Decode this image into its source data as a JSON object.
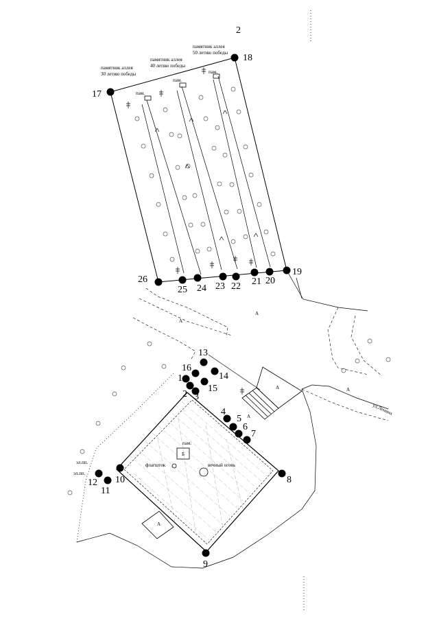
{
  "page_number": "2",
  "aisle_labels": [
    {
      "line1": "памятник аллея",
      "line2": "30 летию победы"
    },
    {
      "line1": "памятник аллея",
      "line2": "40 летию победы"
    },
    {
      "line1": "памятник аллея",
      "line2": "50 летию победы"
    }
  ],
  "monument_short": "пам.",
  "zone_a": "А",
  "zone_a_lat": "A",
  "zone_b": "Б",
  "street_ulenina": "ул.Ленина",
  "labels_misc": {
    "el_tag1": "эл.пп.",
    "el_tag2": "эл.пп.",
    "flagpole": "флагшток",
    "memorial": "вечный огонь",
    "obelisk": "пам."
  },
  "points": [
    "1",
    "2",
    "3",
    "4",
    "5",
    "6",
    "7",
    "8",
    "9",
    "10",
    "11",
    "12",
    "13",
    "14",
    "15",
    "16",
    "17",
    "18",
    "19",
    "20",
    "21",
    "22",
    "23",
    "24",
    "25",
    "26"
  ]
}
